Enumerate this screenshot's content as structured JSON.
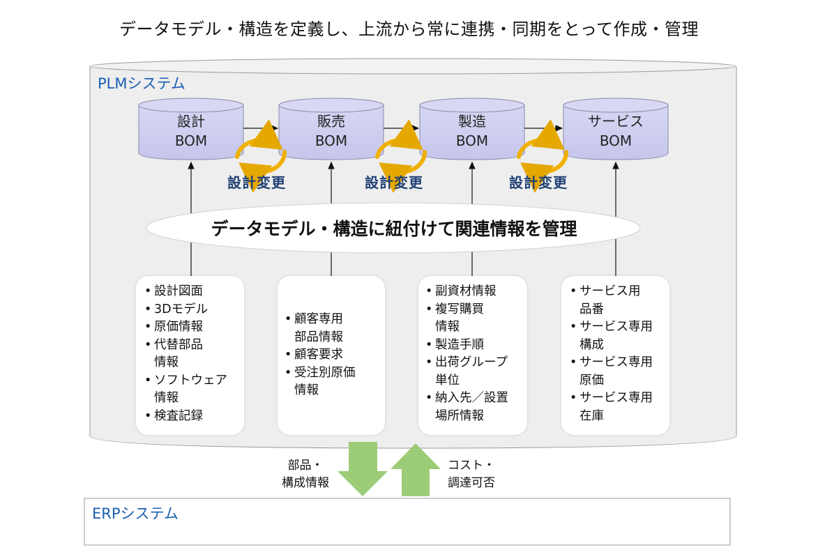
{
  "title": "データモデル・構造を定義し、上流から常に連携・同期をとって作成・管理",
  "plm": {
    "label": "PLMシステム"
  },
  "erp": {
    "label": "ERPシステム"
  },
  "boms": [
    {
      "line1": "設計",
      "line2": "BOM"
    },
    {
      "line1": "販売",
      "line2": "BOM"
    },
    {
      "line1": "製造",
      "line2": "BOM"
    },
    {
      "line1": "サービス",
      "line2": "BOM"
    }
  ],
  "design_change_labels": [
    "設計変更",
    "設計変更",
    "設計変更"
  ],
  "center_ellipse": "データモデル・構造に紐付けて関連情報を管理",
  "info_boxes": [
    {
      "items": [
        "設計図面",
        "3Dモデル",
        "原価情報",
        "代替部品\n情報",
        "ソフトウェア\n情報",
        "検査記録"
      ]
    },
    {
      "items": [
        "顧客専用\n部品情報",
        "顧客要求",
        "受注別原価\n情報"
      ]
    },
    {
      "items": [
        "副資材情報",
        "複写購買\n情報",
        "製造手順",
        "出荷グループ\n単位",
        "納入先／設置\n場所情報"
      ]
    },
    {
      "items": [
        "サービス用\n品番",
        "サービス専用\n構成",
        "サービス専用\n原価",
        "サービス専用\n在庫"
      ]
    }
  ],
  "flows": {
    "down_label": "部品・\n構成情報",
    "up_label": "コスト・\n調達可否"
  },
  "colors": {
    "bom_fill": "#ccccee",
    "plm_fill": "#eeeeee",
    "system_label": "#1a5fb4",
    "change_arrow": "#f2b400",
    "flow_arrow": "#9ccc78"
  }
}
